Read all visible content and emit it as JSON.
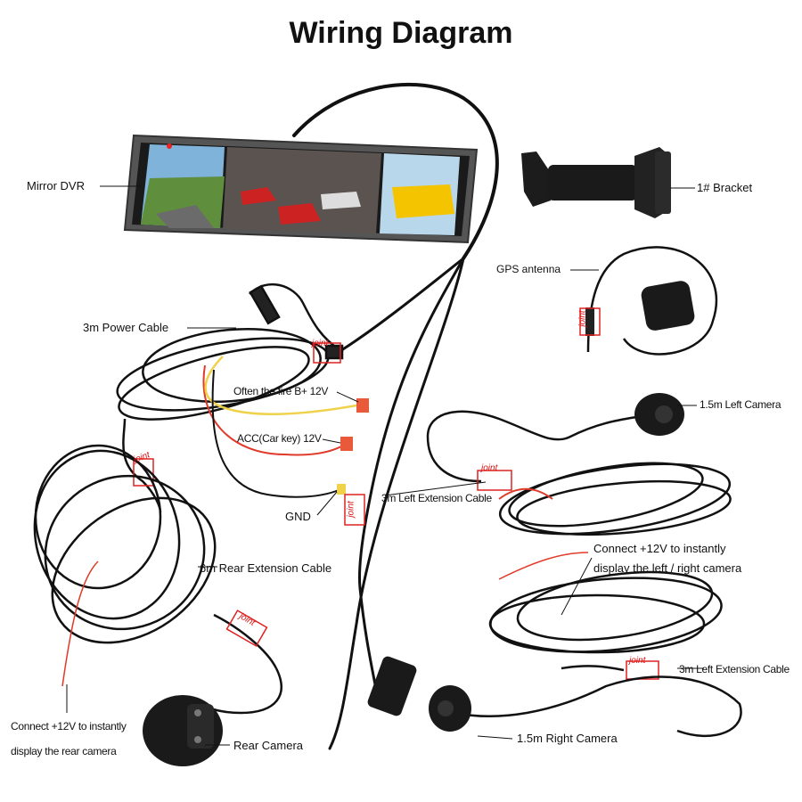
{
  "title": "Wiring Diagram",
  "labels": {
    "mirror_dvr": "Mirror DVR",
    "bracket": "1# Bracket",
    "gps_antenna": "GPS antenna",
    "power_cable": "3m Power Cable",
    "fire_b": "Often the fire B+ 12V",
    "acc": "ACC(Car key) 12V",
    "gnd": "GND",
    "left_camera": "1.5m Left Camera",
    "left_ext_upper": "3m Left Extension Cable",
    "rear_ext": "6m Rear Extension Cable",
    "connect_lr_1": "Connect +12V to instantly",
    "connect_lr_2": "display the left / right camera",
    "left_ext_lower": "3m Left Extension Cable",
    "right_camera": "1.5m Right Camera",
    "connect_rear_1": "Connect +12V to instantly",
    "connect_rear_2": "display the rear camera",
    "rear_camera": "Rear Camera"
  },
  "joint_text": "joint",
  "colors": {
    "cable": "#111111",
    "red_wire": "#e03a2a",
    "yellow_wire": "#f0d24a",
    "joint_box": "#dd2222",
    "mirror_frame": "#4a4a4a"
  }
}
